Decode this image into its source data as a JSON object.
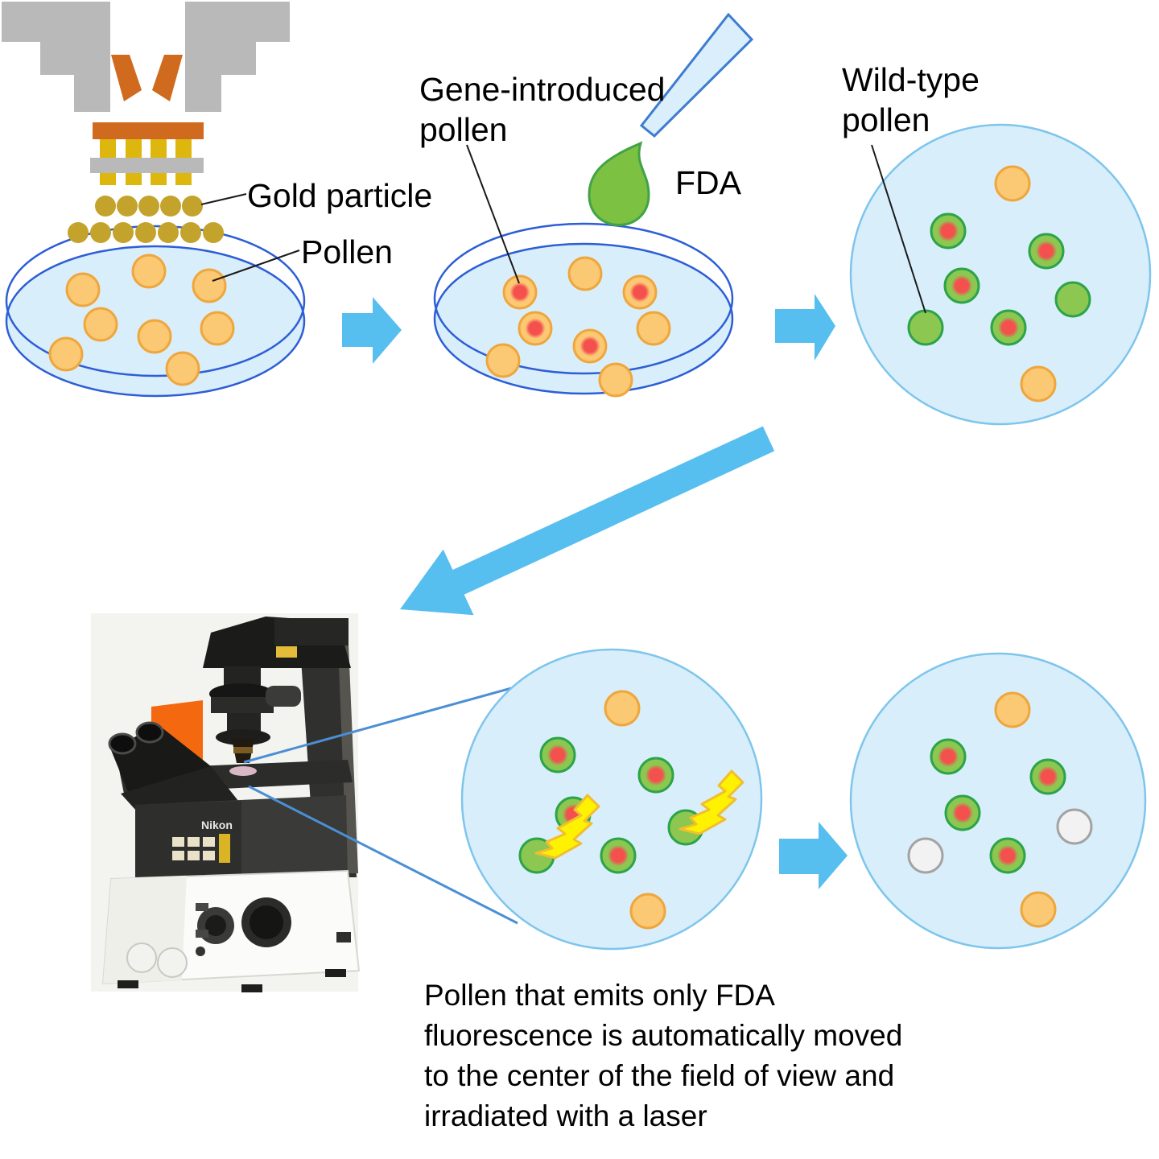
{
  "figure": {
    "type": "scientific-diagram",
    "topic": "Pollen gene introduction and FDA fluorescence based laser selection workflow"
  },
  "labels": {
    "gold_particle": "Gold particle",
    "pollen": "Pollen",
    "gene_introduced_line1": "Gene-introduced",
    "gene_introduced_line2": "pollen",
    "fda": "FDA",
    "wild_type_line1": "Wild-type",
    "wild_type_line2": "pollen"
  },
  "caption": {
    "line1": "Pollen that emits only FDA",
    "line2": "fluorescence is automatically moved",
    "line3": "to the center of the field of view and",
    "line4": "irradiated with a laser"
  },
  "microscope": {
    "brand": "Nikon"
  },
  "icons": {
    "gene_gun": "particle-bombardment-device",
    "petri_dish": "petri-dish",
    "pipette": "pipette",
    "fda_droplet": "green-droplet",
    "laser": "lightning-bolt",
    "flow_arrow": "block-arrow",
    "microscope": "inverted-fluorescence-microscope-photo"
  },
  "colors": {
    "flow_arrow": "#57BEF0",
    "dish_outline": "#2D5ED6",
    "dish_fill": "#D9EEFB",
    "panel_outline": "#7EC5EC",
    "panel_fill": "#D9EEFB",
    "pollen_orange_fill": "#FBC874",
    "pollen_orange_stroke": "#EFA63C",
    "gene_marker_red": "#F4504E",
    "fda_green_fill": "#8CC751",
    "fda_green_stroke": "#2BA44A",
    "droplet_green_fill": "#7CC142",
    "droplet_green_stroke": "#41A346",
    "lightning_yellow": "#FFF200",
    "lightning_edge": "#F0BE30",
    "device_gray": "#B9B9B9",
    "device_orange": "#D06A1E",
    "device_yellow": "#DDB70D",
    "gold_particle": "#C3A32B",
    "bleached_pollen_fill": "#F2F2F2",
    "bleached_pollen_stroke": "#A3A3A3",
    "callout_blue": "#4A8FD4"
  }
}
